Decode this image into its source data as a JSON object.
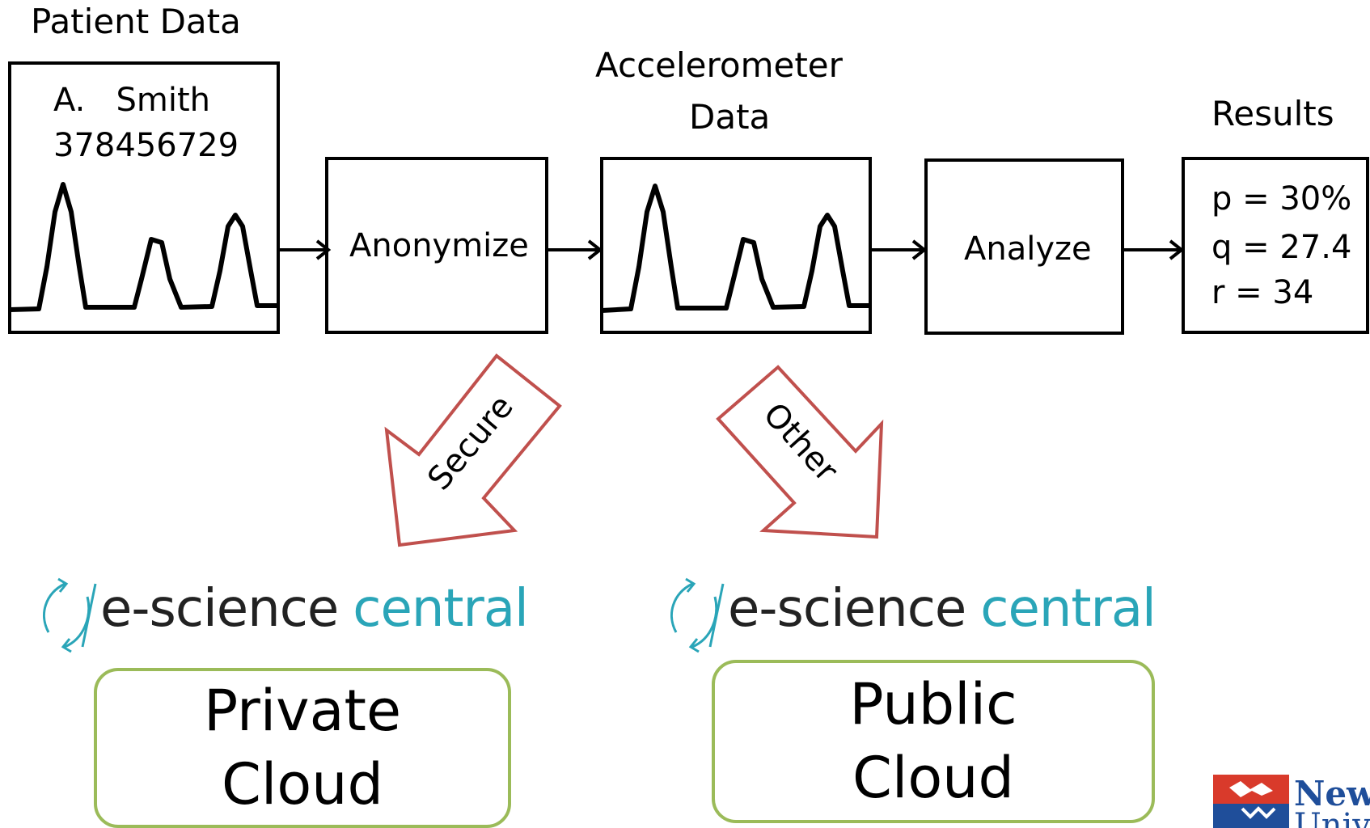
{
  "patient": {
    "heading": "Patient Data",
    "name": "A.   Smith",
    "id_number": "378456729"
  },
  "steps": {
    "anonymize": "Anonymize",
    "analyze": "Analyze"
  },
  "accelerometer": {
    "heading_line1": "Accelerometer",
    "heading_line2": "Data"
  },
  "results": {
    "heading": "Results",
    "lines": [
      "p = 30%",
      "q = 27.4",
      "r = 34"
    ]
  },
  "routing": {
    "secure": "Secure",
    "other": "Other"
  },
  "platform": {
    "word1": "e-science",
    "word2": "central"
  },
  "clouds": {
    "private": [
      "Private",
      "Cloud"
    ],
    "public": [
      "Public",
      "Cloud"
    ]
  },
  "university_logo": {
    "partial_text_line1": "New",
    "partial_text_line2": "Univ"
  },
  "colors": {
    "arrow_outline": "#c0504d",
    "cloud_border": "#9bbb59",
    "brand_teal": "#2aa5b8"
  }
}
